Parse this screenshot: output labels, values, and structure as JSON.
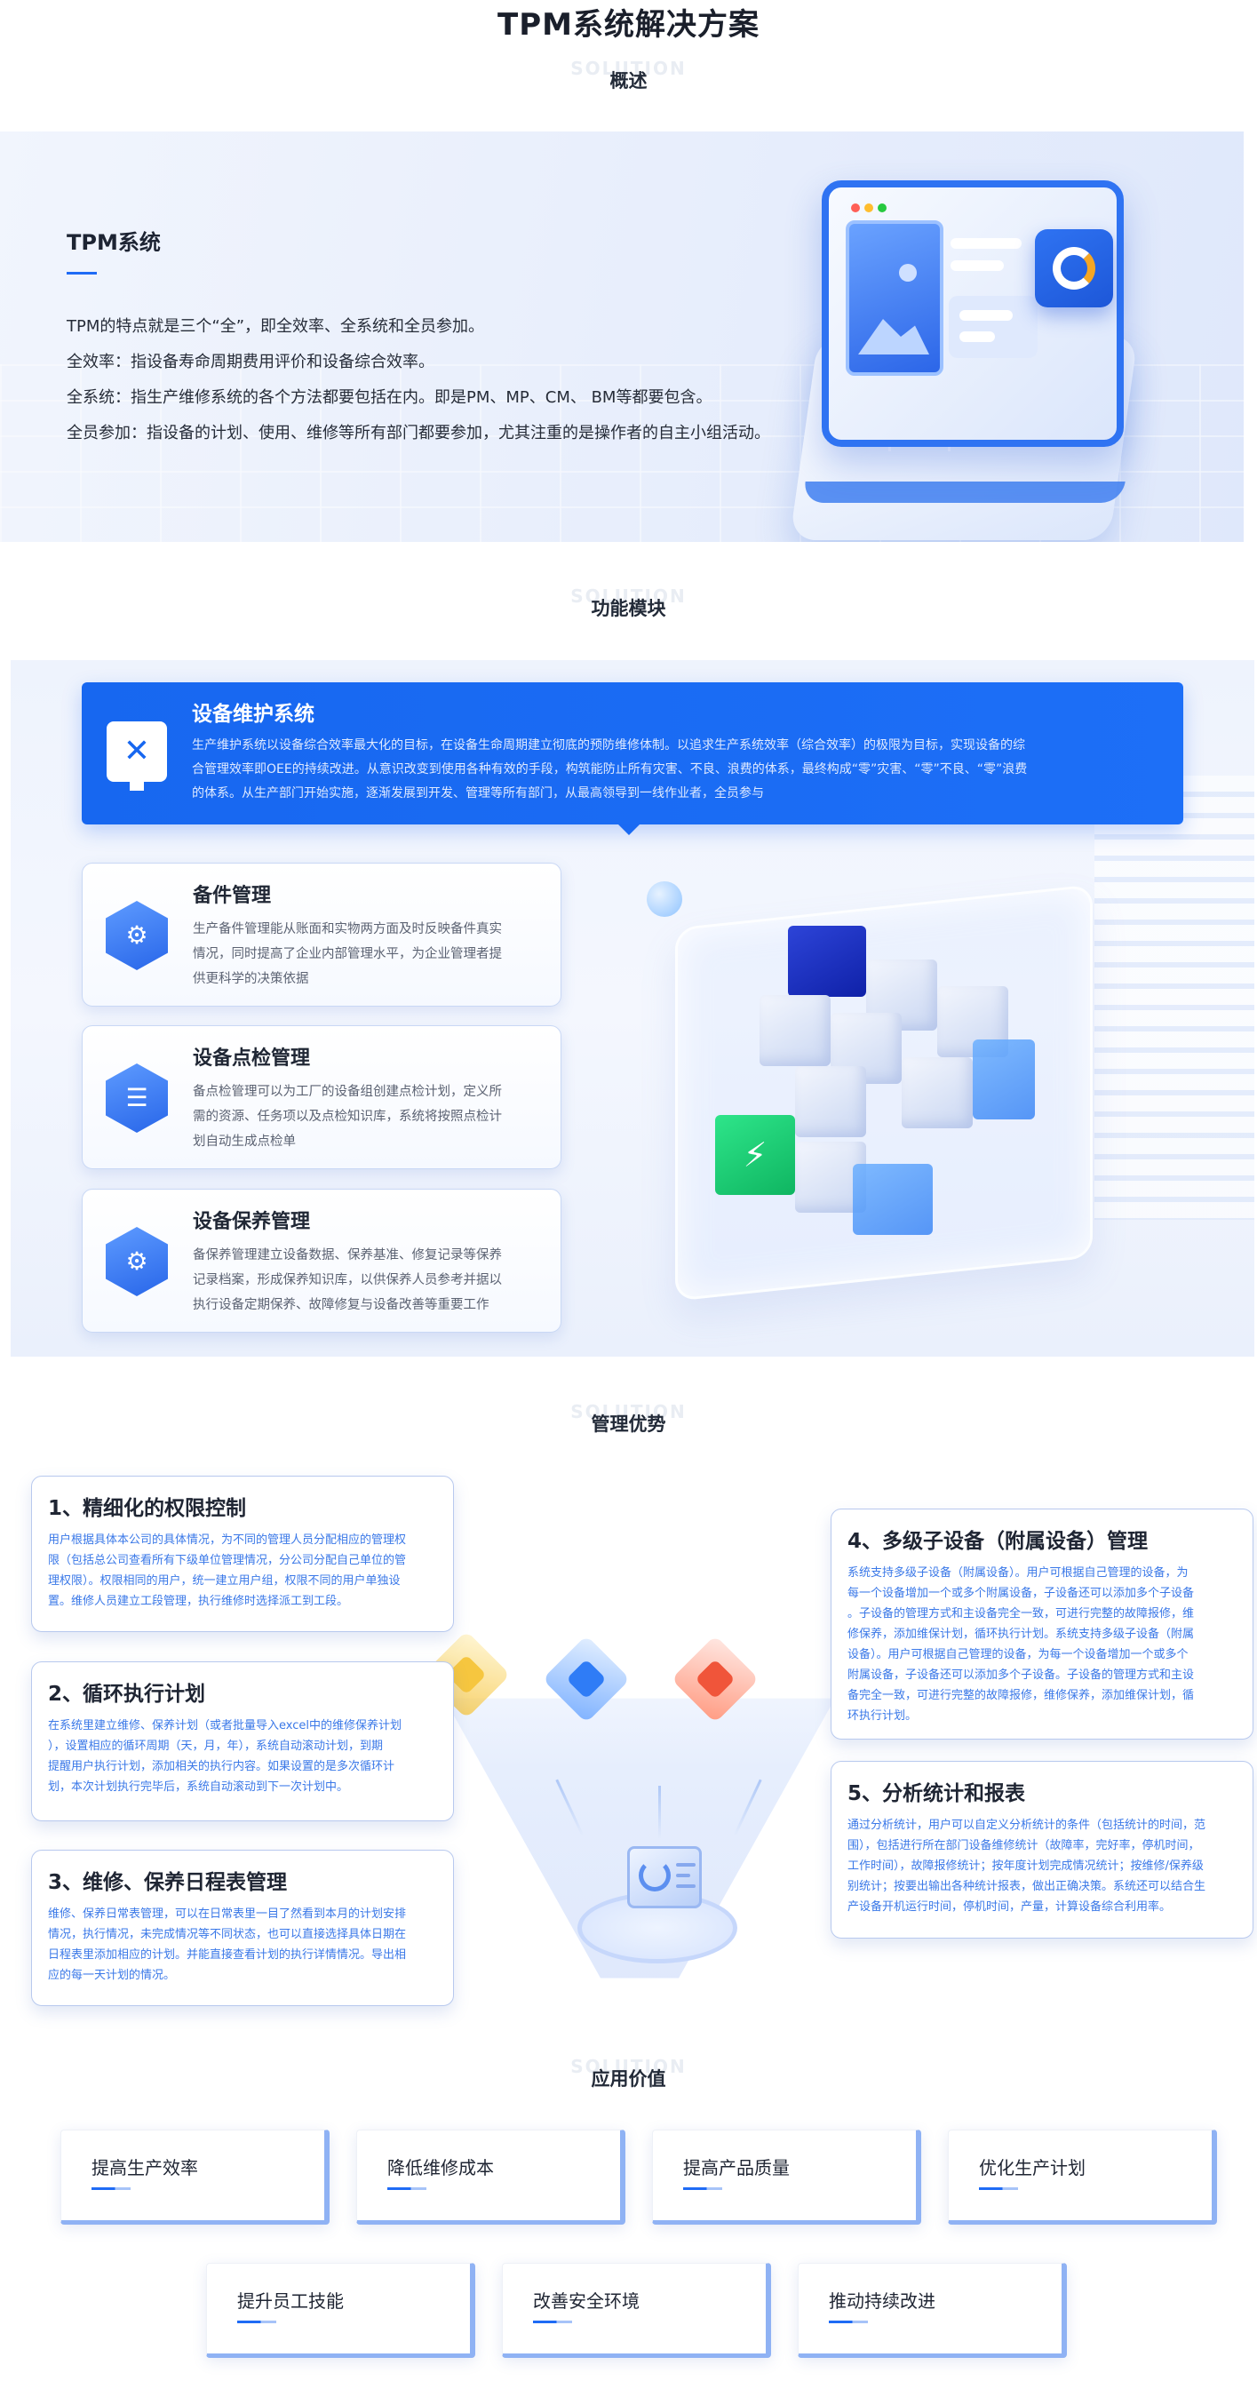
{
  "page": {
    "title": "TPM系统解决方案"
  },
  "overview": {
    "en": "SOLUTION",
    "heading": "概述",
    "title": "TPM系统",
    "lines": [
      "TPM的特点就是三个“全”，即全效率、全系统和全员参加。",
      "全效率：指设备寿命周期费用评价和设备综合效率。",
      "全系统：指生产维修系统的各个方法都要包括在内。即是PM、MP、CM、 BM等都要包含。",
      "全员参加：指设备的计划、使用、维修等所有部门都要参加，尤其注重的是操作者的自主小组活动。"
    ]
  },
  "modules": {
    "en": "SOLUTION",
    "heading": "功能模块",
    "featured": {
      "title": "设备维护系统",
      "desc_lines": [
        "生产维护系统以设备综合效率最大化的目标，在设备生命周期建立彻底的预防维修体制。以追求生产系统效率（综合效率）的极限为目标，实现设备的综",
        "合管理效率即OEE的持续改进。从意识改变到使用各种有效的手段，构筑能防止所有灾害、不良、浪费的体系，最终构成“零”灾害、“零”不良、“零”浪费",
        "的体系。从生产部门开始实施，逐渐发展到开发、管理等所有部门，从最高领导到一线作业者，全员参与"
      ],
      "icon": "tools-icon"
    },
    "cards": [
      {
        "title": "备件管理",
        "icon": "parts-icon",
        "desc_lines": [
          "生产备件管理能从账面和实物两方面及时反映备件真实",
          "情况，同时提高了企业内部管理水平，为企业管理者提",
          "供更科学的决策依据"
        ]
      },
      {
        "title": "设备点检管理",
        "icon": "checklist-icon",
        "desc_lines": [
          "备点检管理可以为工厂的设备组创建点检计划，定义所",
          "需的资源、任务项以及点检知识库，系统将按照点检计",
          "划自动生成点检单"
        ]
      },
      {
        "title": "设备保养管理",
        "icon": "gear-icon",
        "desc_lines": [
          "备保养管理建立设备数据、保养基准、修复记录等保养",
          "记录档案，形成保养知识库，以供保养人员参考并据以",
          "执行设备定期保养、故障修复与设备改善等重要工作"
        ]
      }
    ]
  },
  "advantages": {
    "en": "SOLUTION",
    "heading": "管理优势",
    "items": [
      {
        "title": "1、精细化的权限控制",
        "desc_lines": [
          "用户根据具体本公司的具体情况，为不同的管理人员分配相应的管理权",
          "限（包括总公司查看所有下级单位管理情况，分公司分配自己单位的管",
          "理权限）。权限相同的用户，统一建立用户组，权限不同的用户单独设",
          "置。维修人员建立工段管理，执行维修时选择派工到工段。"
        ]
      },
      {
        "title": "2、循环执行计划",
        "desc_lines": [
          "在系统里建立维修、保养计划（或者批量导入excel中的维修保养计划",
          "），设置相应的循环周期（天，月，年），系统自动滚动计划，到期",
          "提醒用户执行计划，添加相关的执行内容。如果设置的是多次循环计",
          "划，本次计划执行完毕后，系统自动滚动到下一次计划中。"
        ]
      },
      {
        "title": "3、维修、保养日程表管理",
        "desc_lines": [
          "维修、保养日常表管理，可以在日常表里一目了然看到本月的计划安排",
          "情况，执行情况，未完成情况等不同状态，也可以直接选择具体日期在",
          "日程表里添加相应的计划。并能直接查看计划的执行详情情况。导出相",
          "应的每一天计划的情况。"
        ]
      },
      {
        "title": "4、多级子设备（附属设备）管理",
        "desc_lines": [
          "系统支持多级子设备（附属设备）。用户可根据自己管理的设备，为",
          "每一个设备增加一个或多个附属设备，子设备还可以添加多个子设备",
          "。子设备的管理方式和主设备完全一致，可进行完整的故障报修，维",
          "修保养，添加维保计划，循环执行计划。系统支持多级子设备（附属",
          "设备）。用户可根据自己管理的设备，为每一个设备增加一个或多个",
          "附属设备，子设备还可以添加多个子设备。子设备的管理方式和主设",
          "备完全一致，可进行完整的故障报修，维修保养，添加维保计划，循",
          "环执行计划。"
        ]
      },
      {
        "title": "5、分析统计和报表",
        "desc_lines": [
          "通过分析统计，用户可以自定义分析统计的条件（包括统计的时间，范",
          "围），包括进行所在部门设备维修统计（故障率，完好率，停机时间，",
          "工作时间），故障报修统计；按年度计划完成情况统计；按维修/保养级",
          "别统计；按要出输出各种统计报表，做出正确决策。系统还可以结合生",
          "产设备开机运行时间，停机时间，产量，计算设备综合利用率。"
        ]
      }
    ]
  },
  "value": {
    "en": "SOLUTION",
    "heading": "应用价值",
    "items": [
      "提高生产效率",
      "降低维修成本",
      "提高产品质量",
      "优化生产计划",
      "提升员工技能",
      "改善安全环境",
      "推动持续改进"
    ]
  },
  "colors": {
    "accent": "#1767f0",
    "adv_text": "#3a78e8"
  }
}
